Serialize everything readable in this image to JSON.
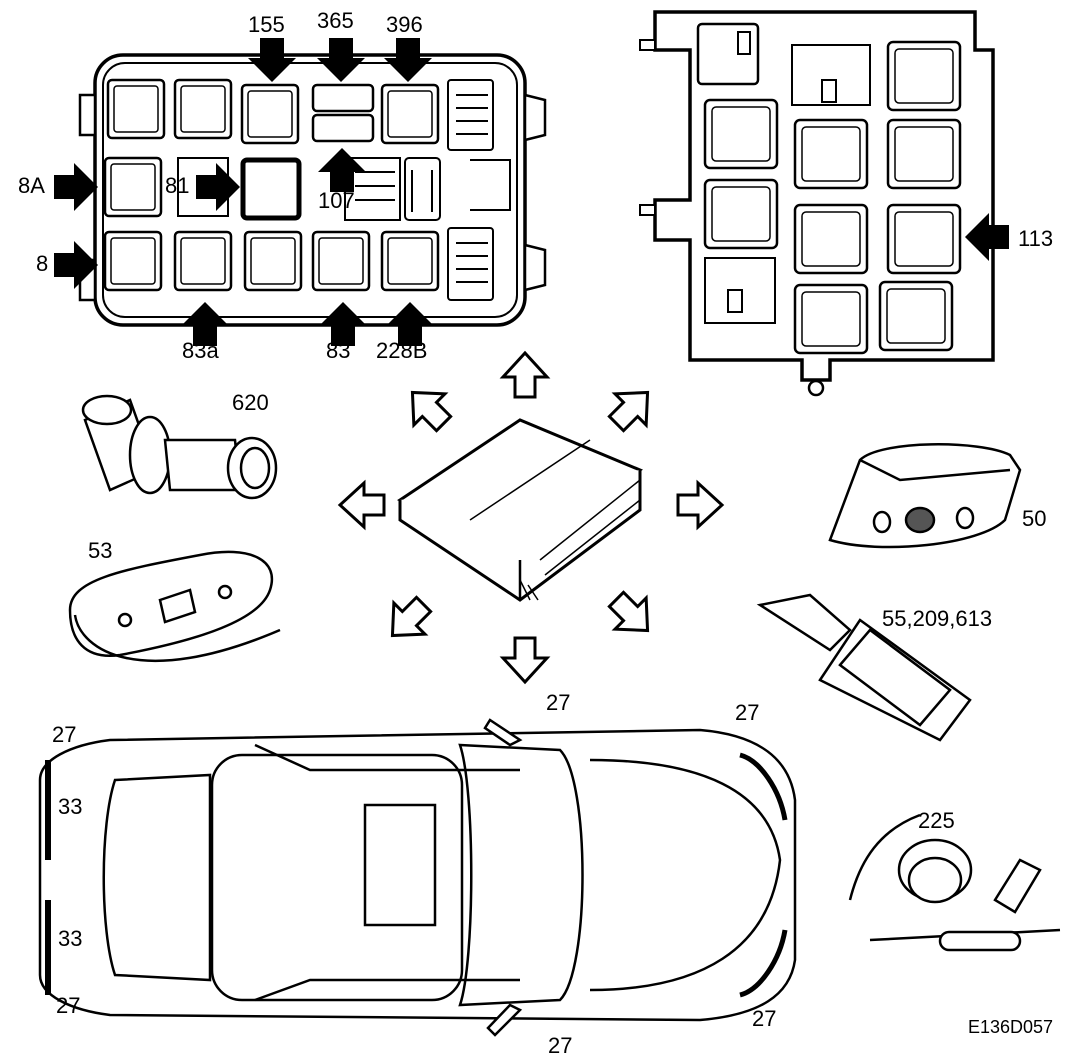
{
  "labels": {
    "fusebox": {
      "l155": "155",
      "l365": "365",
      "l396": "396",
      "l8A": "8A",
      "l81": "81",
      "l107": "107",
      "l8": "8",
      "l83a": "83a",
      "l83": "83",
      "l228B": "228B"
    },
    "relaybox": {
      "l113": "113"
    },
    "components": {
      "l620": "620",
      "l53": "53",
      "l50": "50",
      "l55_209_613": "55,209,613",
      "l225": "225"
    },
    "car": {
      "l27_tl": "27",
      "l27_tm": "27",
      "l27_tr": "27",
      "l27_bl": "27",
      "l27_bm": "27",
      "l27_br": "27",
      "l33_top": "33",
      "l33_bottom": "33"
    },
    "figure_code": "E136D057"
  }
}
